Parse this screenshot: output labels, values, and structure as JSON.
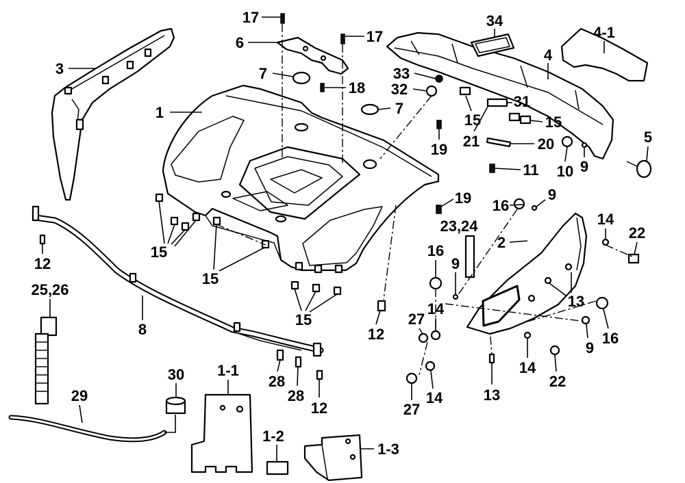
{
  "callouts": [
    "17",
    "6",
    "17",
    "34",
    "4-1",
    "4",
    "3",
    "7",
    "18",
    "33",
    "32",
    "1",
    "7",
    "31",
    "15",
    "15",
    "21",
    "20",
    "5",
    "19",
    "10",
    "9",
    "11",
    "19",
    "16",
    "9",
    "14",
    "22",
    "2",
    "23,24",
    "15",
    "15",
    "12",
    "16",
    "9",
    "13",
    "25,26",
    "8",
    "15",
    "12",
    "27",
    "14",
    "9",
    "16",
    "14",
    "22",
    "28",
    "28",
    "12",
    "30",
    "1-1",
    "29",
    "13",
    "14",
    "27",
    "1-2",
    "1-3"
  ]
}
